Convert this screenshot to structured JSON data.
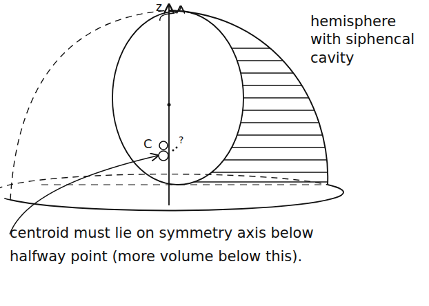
{
  "diagram": {
    "labels": [
      "z",
      "hemisphere with siphencal cavity",
      "C",
      "?",
      "centroid must lie on symmetry axis below halfway point (more volume below this)."
    ]
  }
}
